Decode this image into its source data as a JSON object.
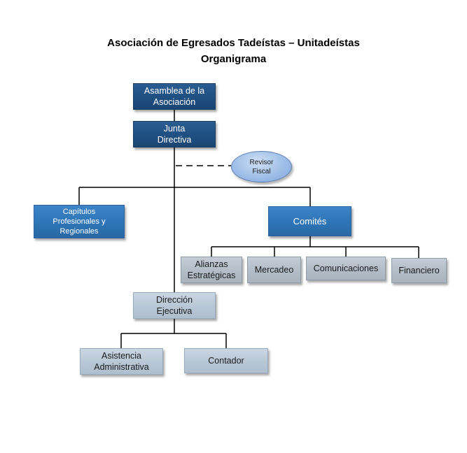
{
  "title": {
    "line1": "Asociación de Egresados Tadeístas – Unitadeístas",
    "line2": "Organigrama"
  },
  "nodes": {
    "asamblea": "Asamblea de la Asociación",
    "junta": "Junta Directiva",
    "revisor": "Revisor Fiscal",
    "capitulos": "Capítulos Profesionales y Regionales",
    "comites": "Comités",
    "alianzas": "Alianzas Estratégicas",
    "mercadeo": "Mercadeo",
    "comunicaciones": "Comunicaciones",
    "financiero": "Financiero",
    "direccion": "Dirección Ejecutiva",
    "asistencia": "Asistencia Administrativa",
    "contador": "Contador"
  },
  "colors": {
    "top_level": "#1f4e80",
    "mid_level": "#2e75b6",
    "light_level": "#b8c7d6",
    "committee_level": "#b3bdc7",
    "advisor_oval": "#9bbce6"
  }
}
